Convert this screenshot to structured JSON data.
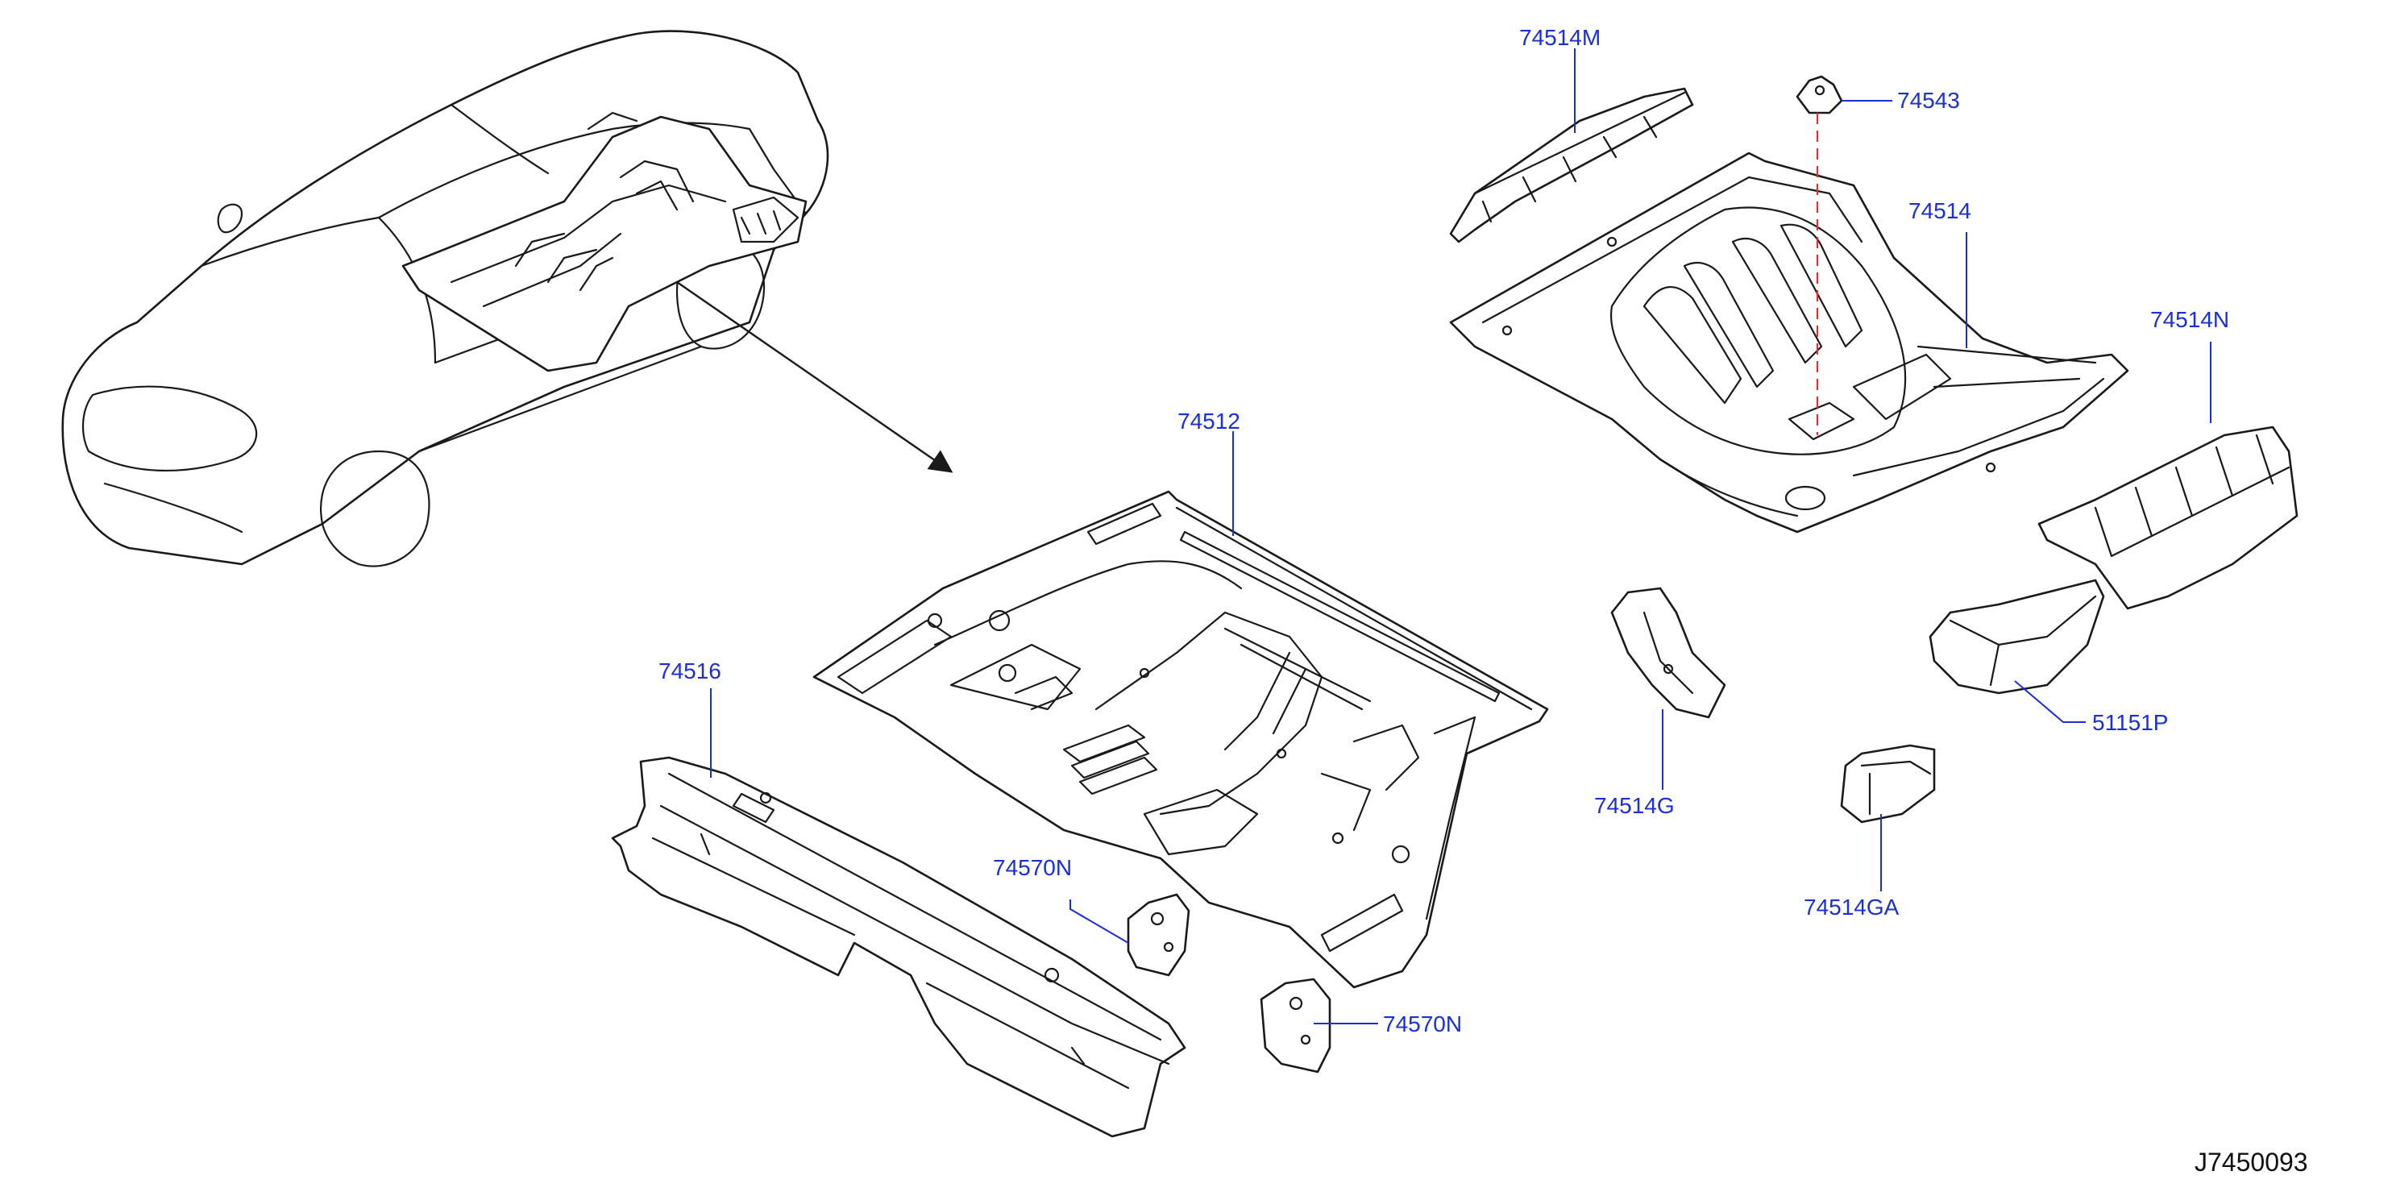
{
  "colors": {
    "label": "#1a2fd6",
    "line": "#1a1a1a",
    "leader": "#1a2fd6",
    "centerline": "#e03030"
  },
  "parts": {
    "p74514M": "74514M",
    "p74543": "74543",
    "p74514": "74514",
    "p74514N": "74514N",
    "p74512": "74512",
    "p74516": "74516",
    "p74570N_a": "74570N",
    "p74570N_b": "74570N",
    "p74514G": "74514G",
    "p51151P": "51151P",
    "p74514GA": "74514GA"
  },
  "diagram_code": "J7450093"
}
